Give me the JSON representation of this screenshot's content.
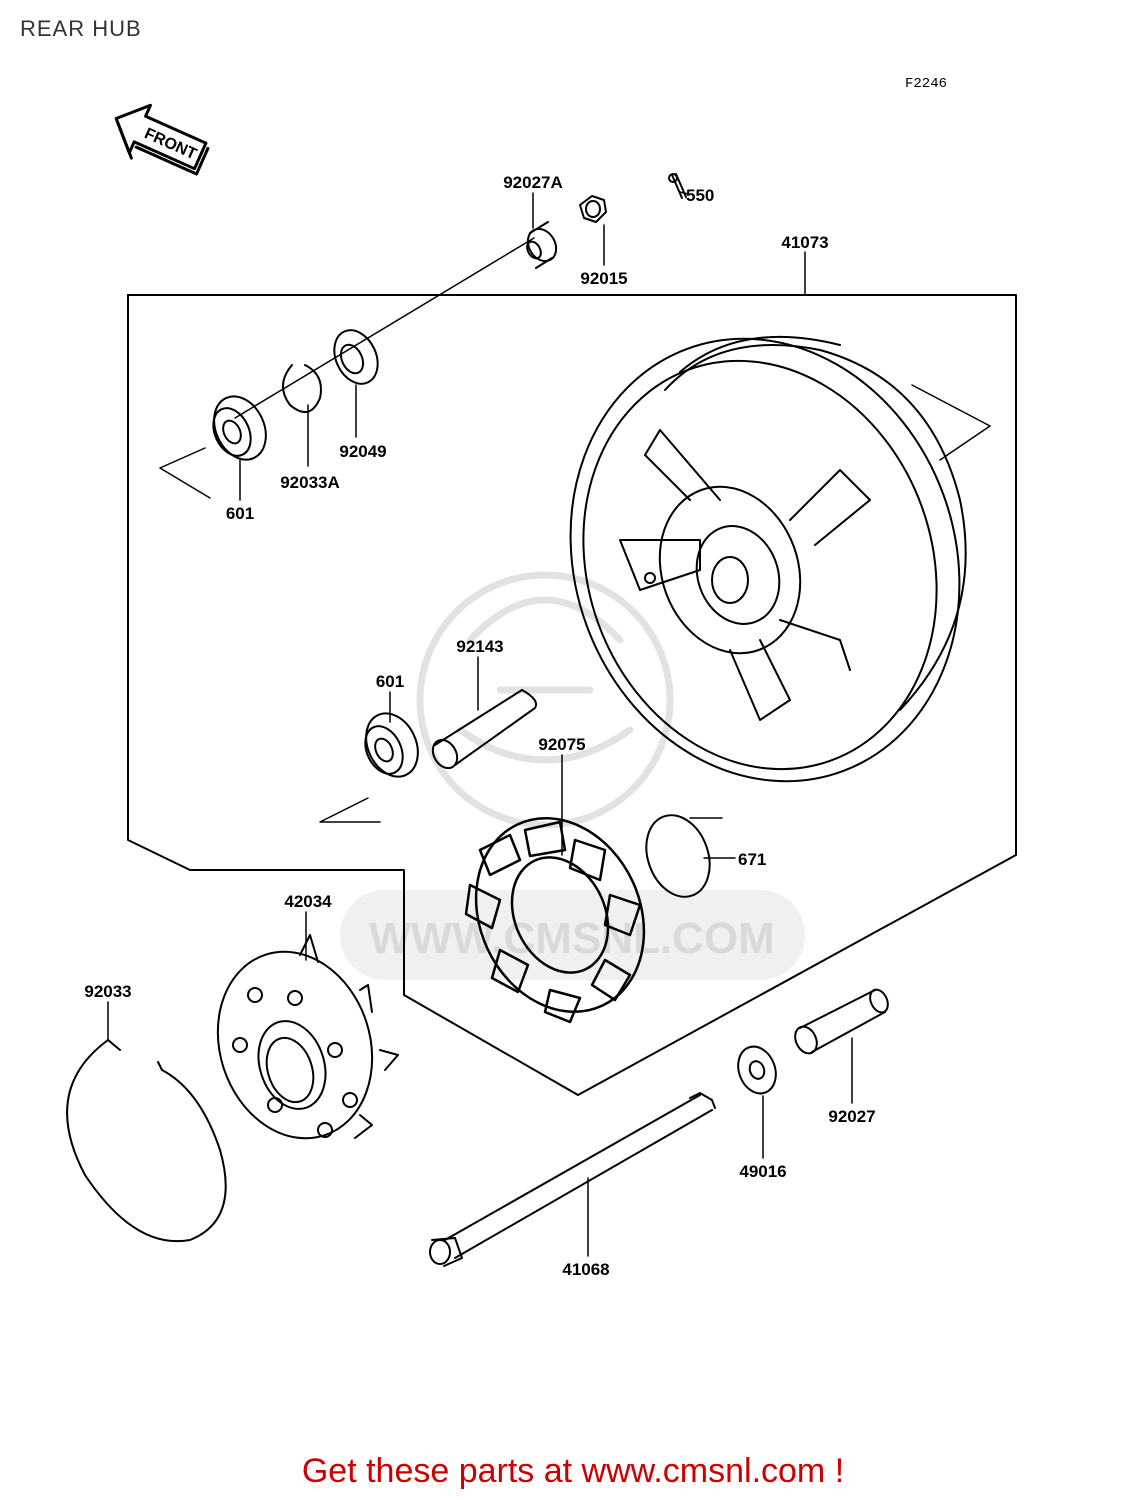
{
  "header": {
    "title": "REAR HUB"
  },
  "diagram": {
    "code": "F2246",
    "front_arrow_label": "FRONT",
    "watermark_text": "WWW.CMSNL.COM",
    "parts": [
      {
        "id": "92027A",
        "label": "92027A"
      },
      {
        "id": "550",
        "label": "550"
      },
      {
        "id": "41073",
        "label": "41073"
      },
      {
        "id": "92015",
        "label": "92015"
      },
      {
        "id": "92049",
        "label": "92049"
      },
      {
        "id": "92033A",
        "label": "92033A"
      },
      {
        "id": "601a",
        "label": "601"
      },
      {
        "id": "92143",
        "label": "92143"
      },
      {
        "id": "601b",
        "label": "601"
      },
      {
        "id": "92075",
        "label": "92075"
      },
      {
        "id": "671",
        "label": "671"
      },
      {
        "id": "42034",
        "label": "42034"
      },
      {
        "id": "92033",
        "label": "92033"
      },
      {
        "id": "92027",
        "label": "92027"
      },
      {
        "id": "49016",
        "label": "49016"
      },
      {
        "id": "41068",
        "label": "41068"
      }
    ]
  },
  "footer": {
    "cta_text": "Get these parts at www.cmsnl.com !",
    "cta_color": "#cc0000"
  }
}
